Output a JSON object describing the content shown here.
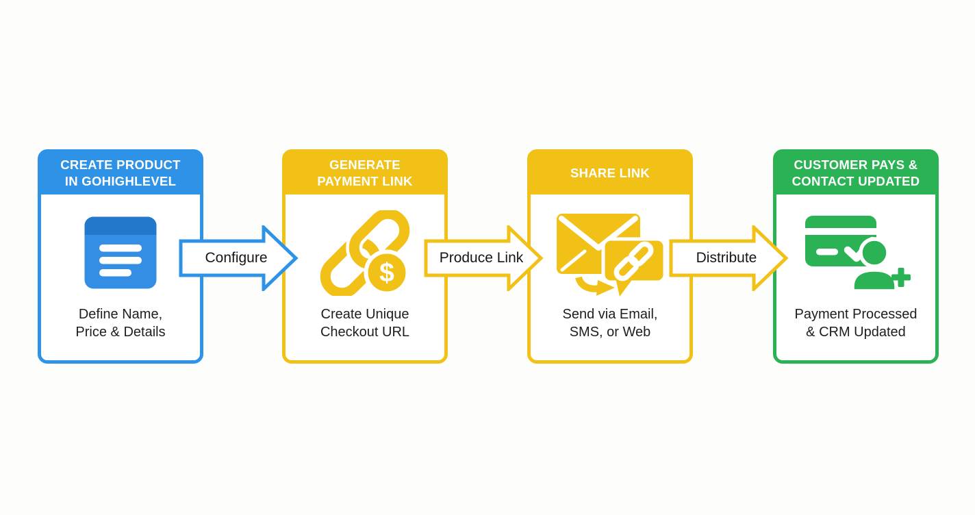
{
  "title": "Payment link workflow diagram",
  "colors": {
    "blue": "#2e93e6",
    "blue_dark": "#2478cb",
    "yellow": "#f2c117",
    "green": "#2ab255",
    "caption_text": "#1d1d1f",
    "header_text": "#ffffff",
    "background": "#fdfdfb"
  },
  "steps": [
    {
      "header_line1": "CREATE PRODUCT",
      "header_line2": "IN GOHIGHLEVEL",
      "caption_line1": "Define Name,",
      "caption_line2": "Price & Details",
      "icon": "product-document-icon",
      "accent": "#2e93e6"
    },
    {
      "header_line1": "GENERATE",
      "header_line2": "PAYMENT LINK",
      "caption_line1": "Create Unique",
      "caption_line2": "Checkout URL",
      "icon": "payment-link-icon",
      "accent": "#f2c117",
      "coin_symbol": "$"
    },
    {
      "header_line1": "SHARE LINK",
      "header_line2": "",
      "caption_line1": "Send via Email,",
      "caption_line2": "SMS, or Web",
      "icon": "share-channels-icon",
      "accent": "#f2c117"
    },
    {
      "header_line1": "CUSTOMER PAYS &",
      "header_line2": "CONTACT UPDATED",
      "caption_line1": "Payment Processed",
      "caption_line2": "& CRM Updated",
      "icon": "payment-success-crm-icon",
      "accent": "#2ab255"
    }
  ],
  "arrows": [
    {
      "label": "Configure",
      "color": "#2e93e6"
    },
    {
      "label": "Produce Link",
      "color": "#f2c117"
    },
    {
      "label": "Distribute",
      "color": "#f2c117"
    }
  ]
}
